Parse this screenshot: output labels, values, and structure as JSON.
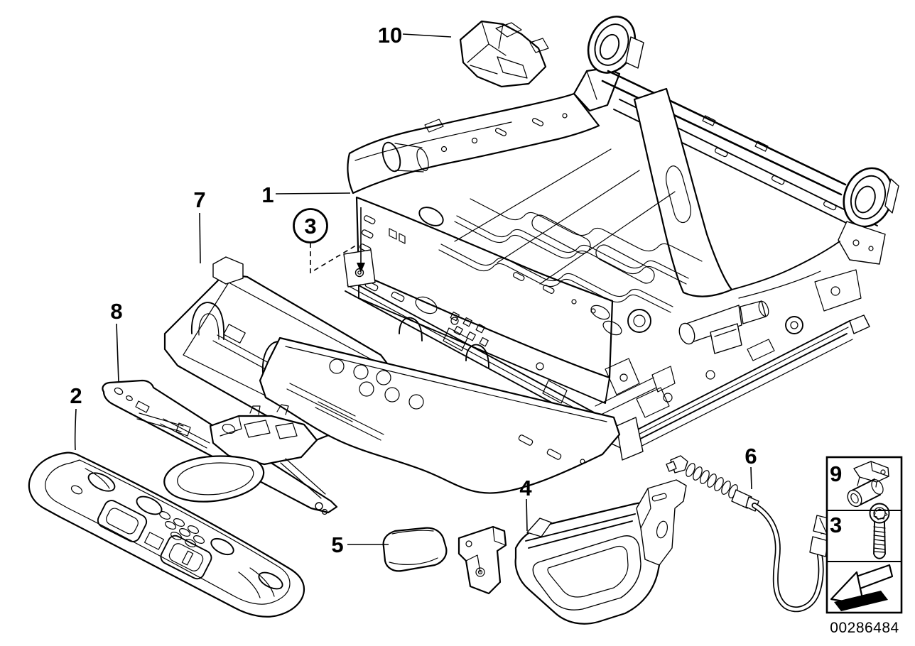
{
  "page": {
    "background_color": "#ffffff",
    "line_color": "#000000"
  },
  "diagram": {
    "type": "exploded-parts-drawing",
    "subject": "seat-underframe-assembly",
    "doc_number": "00286484",
    "callouts": [
      {
        "ref": "10",
        "circled": false
      },
      {
        "ref": "1",
        "circled": false
      },
      {
        "ref": "3",
        "circled": true
      },
      {
        "ref": "7",
        "circled": false
      },
      {
        "ref": "8",
        "circled": false
      },
      {
        "ref": "2",
        "circled": false
      },
      {
        "ref": "5",
        "circled": false
      },
      {
        "ref": "4",
        "circled": false
      },
      {
        "ref": "6",
        "circled": false
      }
    ],
    "legend": {
      "items": [
        {
          "ref": "9",
          "icon": "t-head-bolt-icon"
        },
        {
          "ref": "3",
          "icon": "torx-screw-icon"
        },
        {
          "ref": "",
          "icon": "direction-arrow-icon"
        }
      ]
    }
  }
}
